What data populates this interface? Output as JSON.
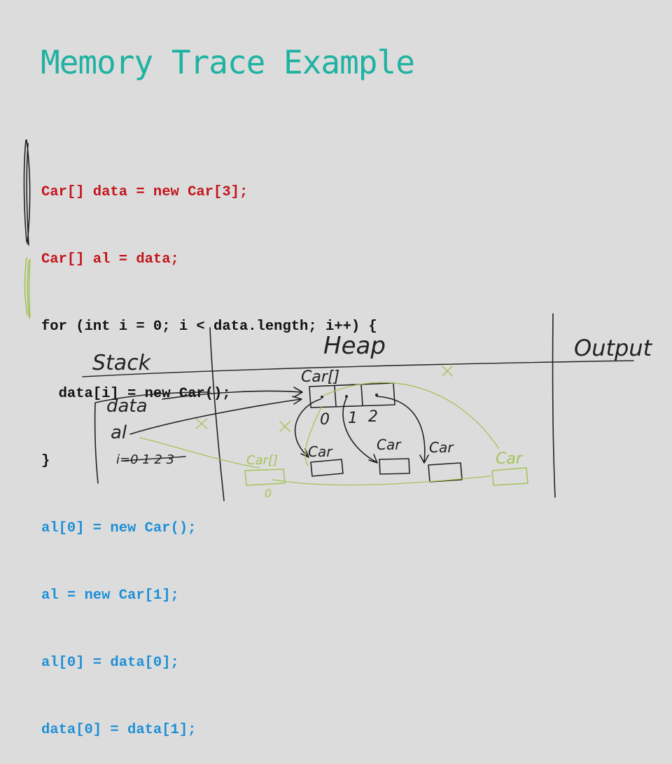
{
  "title": "Memory Trace Example",
  "colors": {
    "title": "#1fb2a2",
    "code_red": "#c3141a",
    "code_black": "#111111",
    "code_blue": "#1e8fd6",
    "ink": "#222222",
    "ink_green": "#a6c25a"
  },
  "code_lines": [
    {
      "text": "Car[] data = new Car[3];",
      "color": "red"
    },
    {
      "text": "Car[] al = data;",
      "color": "red"
    },
    {
      "text": "for (int i = 0; i < data.length; i++) {",
      "color": "black"
    },
    {
      "text": "  data[i] = new Car();",
      "color": "black"
    },
    {
      "text": "}",
      "color": "black"
    },
    {
      "text": "al[0] = new Car();",
      "color": "blue"
    },
    {
      "text": "al = new Car[1];",
      "color": "blue"
    },
    {
      "text": "al[0] = data[0];",
      "color": "blue"
    },
    {
      "text": "data[0] = data[1];",
      "color": "blue"
    }
  ],
  "annotations": {
    "stack_label": "Stack",
    "heap_label": "Heap",
    "output_label": "Output",
    "var_data": "data",
    "var_al": "al",
    "var_i": "i=0 1 2 3",
    "array_label": "Car[]",
    "index_0": "0",
    "index_1": "1",
    "index_2": "2",
    "car_label": "Car",
    "green_array_label": "Car[]",
    "green_index_0": "0",
    "green_car_label": "Car"
  }
}
